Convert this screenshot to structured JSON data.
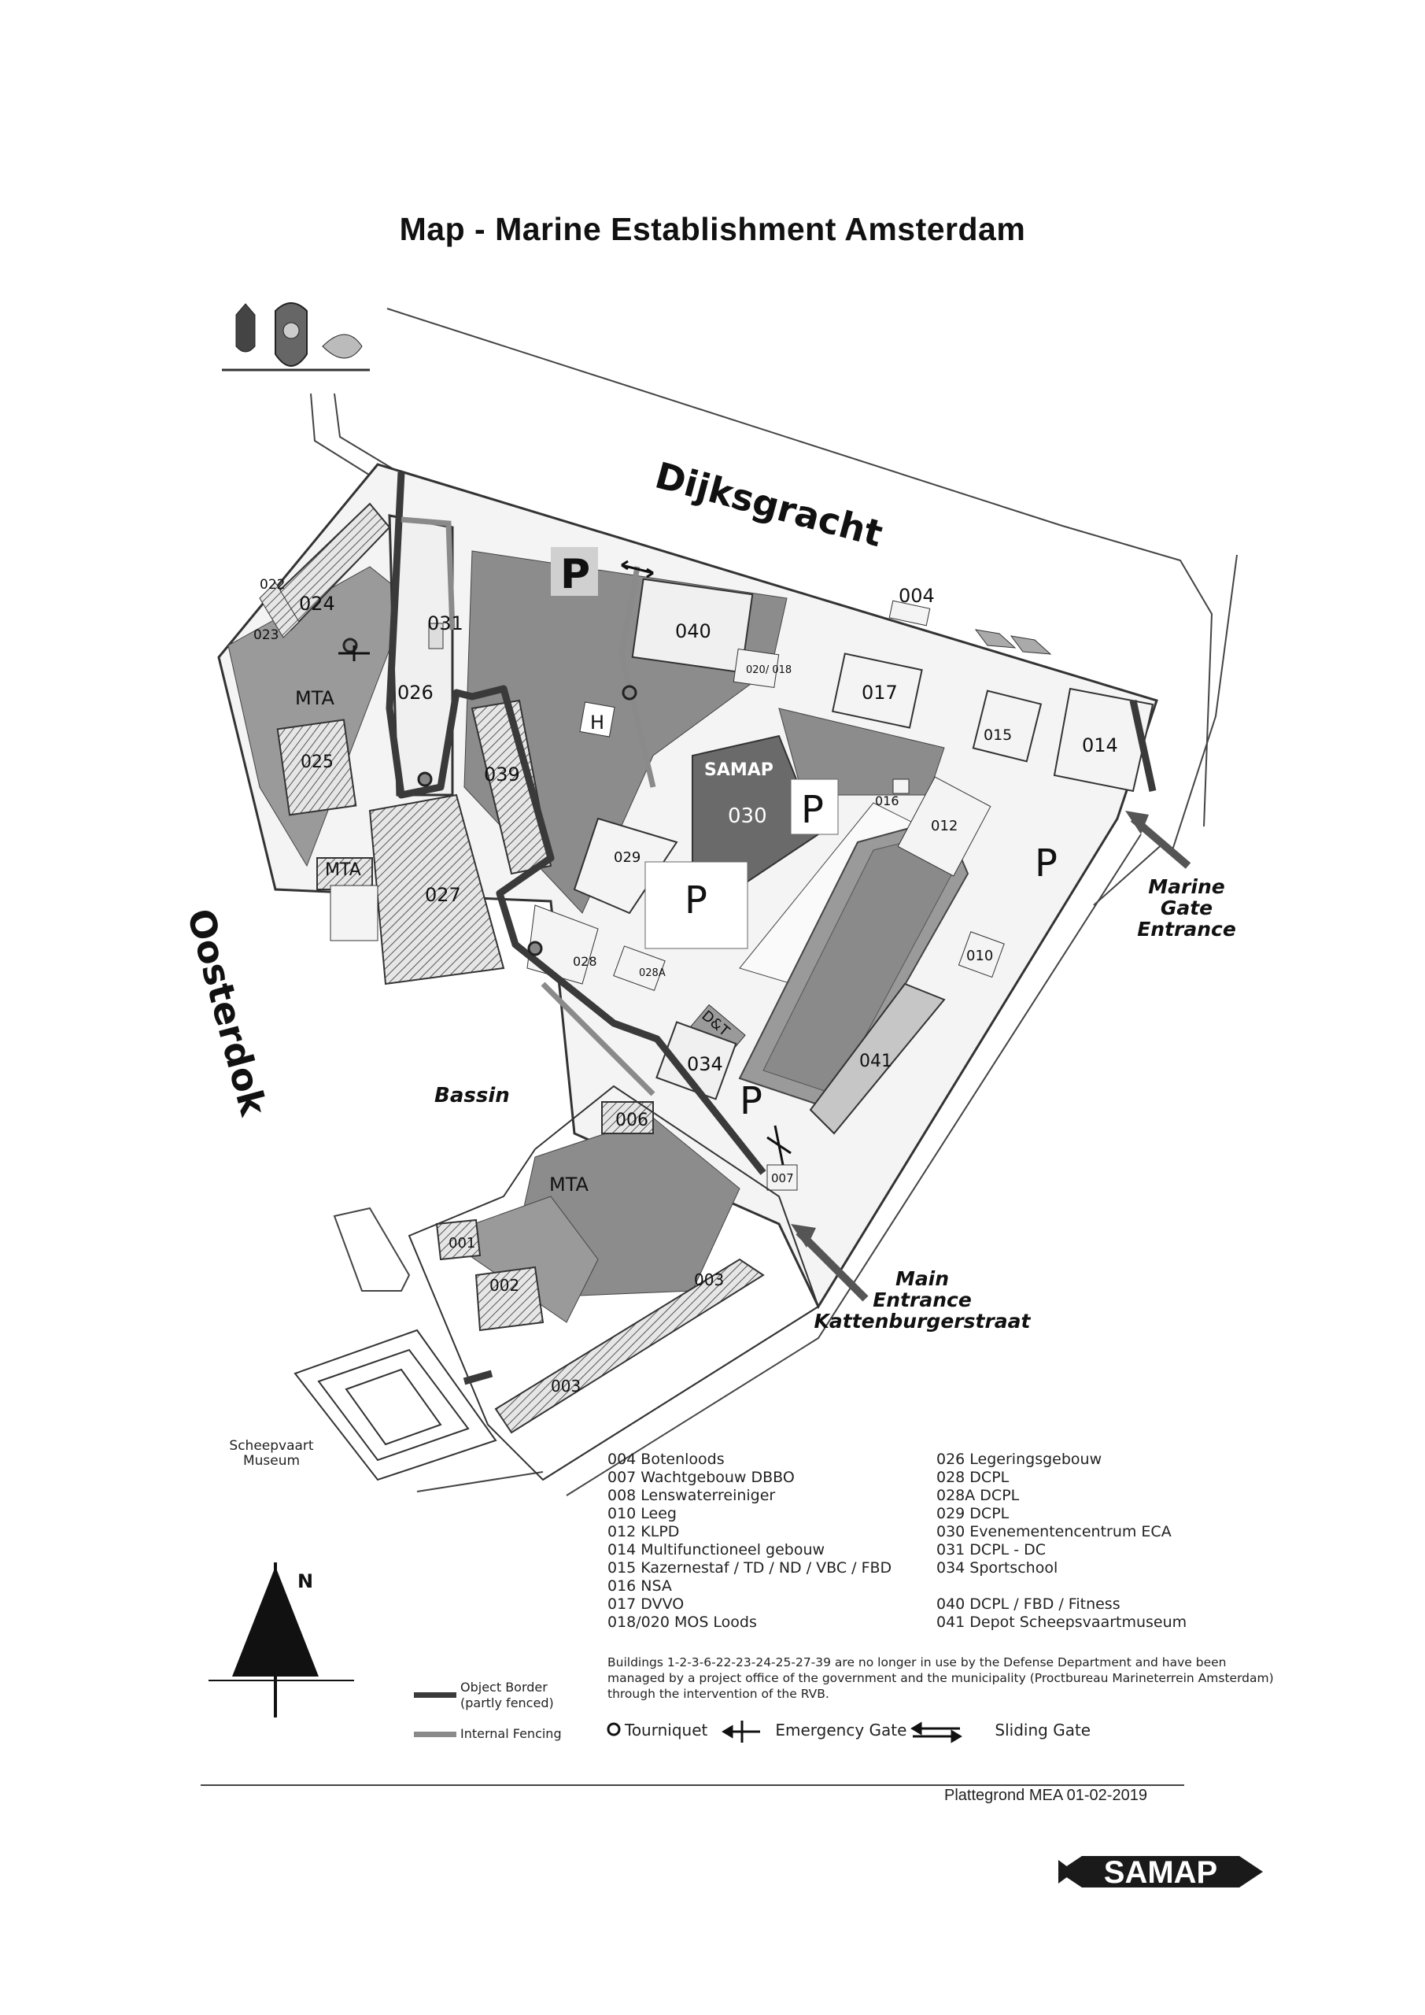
{
  "title": "Map - Marine Establishment Amsterdam",
  "map": {
    "water_labels": {
      "dijksgracht": "Dijksgracht",
      "oosterdok": "Oosterdok",
      "bassin": "Bassin"
    },
    "entrances": {
      "marine_gate": [
        "Marine",
        "Gate",
        "Entrance"
      ],
      "main": [
        "Main",
        "Entrance",
        "Kattenburgerstraat"
      ]
    },
    "museum": [
      "Scheepvaart",
      "Museum"
    ],
    "building_labels": {
      "b022": "022",
      "b023": "023",
      "b024": "024",
      "mta1": "MTA",
      "b025": "025",
      "b026": "026",
      "b031": "031",
      "b039": "039",
      "mta2": "MTA",
      "b027": "027",
      "b040": "040",
      "b004": "004",
      "b020018": "020/ 018",
      "b017": "017",
      "b015": "015",
      "b014": "014",
      "samap": "SAMAP",
      "b030": "030",
      "b016": "016",
      "b012": "012",
      "b029": "029",
      "b028": "028",
      "b028a": "028A",
      "b010": "010",
      "dt": "D&T",
      "b034": "034",
      "b041": "041",
      "b006": "006",
      "mta3": "MTA",
      "b007": "007",
      "b001": "001",
      "b002": "002",
      "b003a": "003",
      "b003b": "003",
      "heli": "H"
    },
    "parking": "P",
    "north": "N"
  },
  "legend": {
    "left": [
      "004 Botenloods",
      "007 Wachtgebouw DBBO",
      "008 Lenswaterreiniger",
      "010 Leeg",
      "012 KLPD",
      "014 Multifunctioneel gebouw",
      "015 Kazernestaf / TD / ND / VBC / FBD",
      "016 NSA",
      "017 DVVO",
      "018/020 MOS Loods"
    ],
    "right": [
      "026 Legeringsgebouw",
      "028 DCPL",
      "028A DCPL",
      "029 DCPL",
      "030 Evenementencentrum ECA",
      "031 DCPL - DC",
      "034 Sportschool",
      "",
      "040 DCPL / FBD / Fitness",
      "041 Depot Scheepsvaartmuseum"
    ],
    "note": "Buildings 1-2-3-6-22-23-24-25-27-39 are no longer in use by the Defense Department and have been managed by a project office of the government and the municipality (Proctbureau Marineterrein Amsterdam) through the intervention of the RVB.",
    "object_border": [
      "Object Border",
      "(partly fenced)"
    ],
    "internal_fencing": "Internal Fencing",
    "tourniquet": "Tourniquet",
    "emergency_gate": "Emergency Gate",
    "sliding_gate": "Sliding Gate"
  },
  "footer": {
    "code": "Plattegrond MEA 01-02-2019",
    "logo": "SAMAP"
  },
  "colors": {
    "border_route": "#3a3a3a",
    "internal_fence": "#8a8a8a",
    "green": "#8c8c8c",
    "paving": "#f4f4f4"
  }
}
